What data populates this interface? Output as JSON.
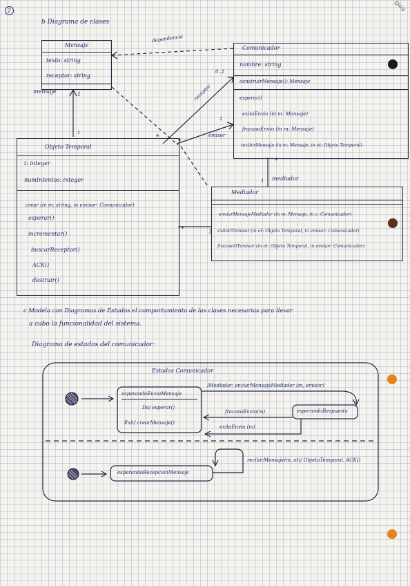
{
  "page": {
    "number": "2",
    "corner": "Diag",
    "heading_b": "b Diagrama de clases",
    "heading_c_line1": "c Modela con Diagramas de Estados el comportamiento de las clases necesarias para llevar",
    "heading_c_line2": "a cabo la funcionalidad del sistema.",
    "sub_c": "Diagrama de estados del comunicador:"
  },
  "classes": {
    "mensaje": {
      "name": "Mensaje",
      "attrs": [
        "texto: string",
        "receptor: string"
      ]
    },
    "comunicador": {
      "name": "Comunicador",
      "attrs": [
        "nombre: string"
      ],
      "ops": [
        "construirMensaje(): Mensaje",
        "esperar()",
        "exitoEnvio (in m: Mensaje)",
        "fracasoEnvio (in m: Mensaje)",
        "recibirMensaje (in m: Mensaje, in ot: Objeto Temporal)"
      ]
    },
    "objeto": {
      "name": "Objeto Temporal",
      "attrs": [
        "t: integer",
        "numIntentos: integer"
      ],
      "ops": [
        "crear (in m: string, in emisor: Comunicador)",
        "esperar()",
        "incrementar()",
        "buscarReceptor()",
        "ACK()",
        "destruir()"
      ]
    },
    "mediador": {
      "name": "Mediador",
      "ops": [
        "enviarMensajeMediador (in m: Mensaje, in c: Comunicador)",
        "exitoOTemisor (in ot: Objeto Temporal, in emisor: Comunicador)",
        "fracasoOTemisor (in ot: Objeto Temporal, in emisor: Comunicador)"
      ]
    }
  },
  "relations": {
    "dependencia": "dependencia",
    "receptor": "receptor",
    "mult_receptor": "0..1",
    "emisor": "emisor",
    "mult_emisor": "1",
    "mensaje_role": "mensaje",
    "mult_mensaje_top": "1",
    "mult_mensaje_bottom": "1",
    "star_obj_1": "*",
    "star_obj_2": "*",
    "mediador_role": "mediador",
    "mult_med_top": "*",
    "mult_med_bottom": "1",
    "star_obj_med": "*",
    "mult_med_left": "1"
  },
  "statechart": {
    "title": "Estados Comunicador",
    "state1": {
      "name": "esperandoEnvioMensaje",
      "do": "Do/ esperar()",
      "exit": "Exit/ crearMensaje()"
    },
    "state2": "esperandoRespuesta",
    "state3": "esperandoRecepcionMensaje",
    "t_send": "/Mediador. enviarMensajeMediador (m, emisor)",
    "t_fail": "fracasoEnvio(m)",
    "t_success": "exitoEnvio (m)",
    "t_recv": "recibirMensaje(m, ot)/ ObjetoTemporal. ACK()"
  },
  "colors": {
    "ink": "#1c2a6e",
    "box": "#202840",
    "hole_dark": "#1a1a1a",
    "hole_brown": "#5b2e1e",
    "hole_orange": "#e8821e"
  }
}
